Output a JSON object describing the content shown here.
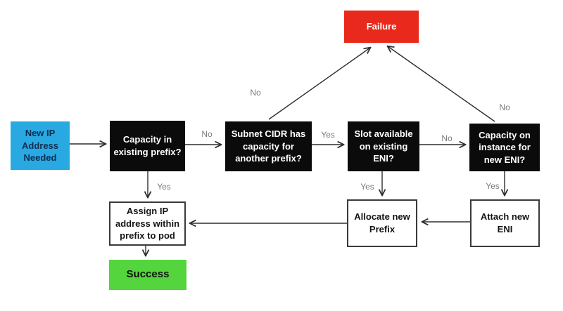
{
  "colors": {
    "blue": "#29a9e2",
    "blue-text": "#0e2d52",
    "black": "#0b0b0b",
    "red": "#e8291b",
    "green": "#54d43d",
    "label-gray": "#7b7b7b",
    "arrow": "#2e2e2e"
  },
  "nodes": {
    "start": {
      "label": "New IP\nAddress\nNeeded"
    },
    "capacity_prefix": {
      "label": "Capacity in\nexisting prefix?"
    },
    "subnet_cidr": {
      "label": "Subnet CIDR has\ncapacity for\nanother prefix?"
    },
    "slot_eni": {
      "label": "Slot available\non existing\nENI?"
    },
    "capacity_instance": {
      "label": "Capacity on\ninstance for\nnew ENI?"
    },
    "failure": {
      "label": "Failure"
    },
    "assign_ip": {
      "label": "Assign IP\naddress within\nprefix to pod"
    },
    "allocate_prefix": {
      "label": "Allocate new\nPrefix"
    },
    "attach_eni": {
      "label": "Attach new\nENI"
    },
    "success": {
      "label": "Success"
    }
  },
  "edge_labels": {
    "capacity_prefix_no": "No",
    "capacity_prefix_yes": "Yes",
    "subnet_cidr_no": "No",
    "subnet_cidr_yes": "Yes",
    "slot_eni_no": "No",
    "slot_eni_yes": "Yes",
    "capacity_instance_no": "No",
    "capacity_instance_yes": "Yes"
  }
}
